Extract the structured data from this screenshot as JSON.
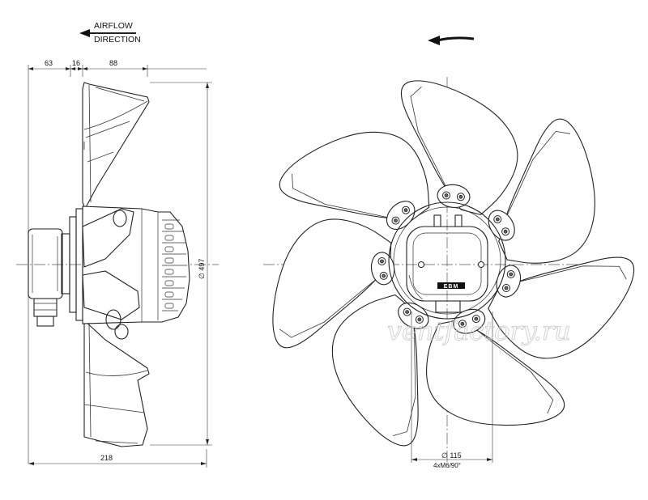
{
  "airflow_label": {
    "line1": "AIRFLOW",
    "line2": "DIRECTION"
  },
  "dimensions": {
    "d63": "63",
    "d16": "16",
    "d88": "88",
    "d218": "218",
    "diam_fan": "∅ 497",
    "diam_bolt": "∅ 115",
    "bolts": "4xM6/90°"
  },
  "hub_logo": "EBM",
  "watermark": "ventfactory.ru",
  "colors": {
    "line": "#222222",
    "watermark": "#c9c9c9"
  }
}
